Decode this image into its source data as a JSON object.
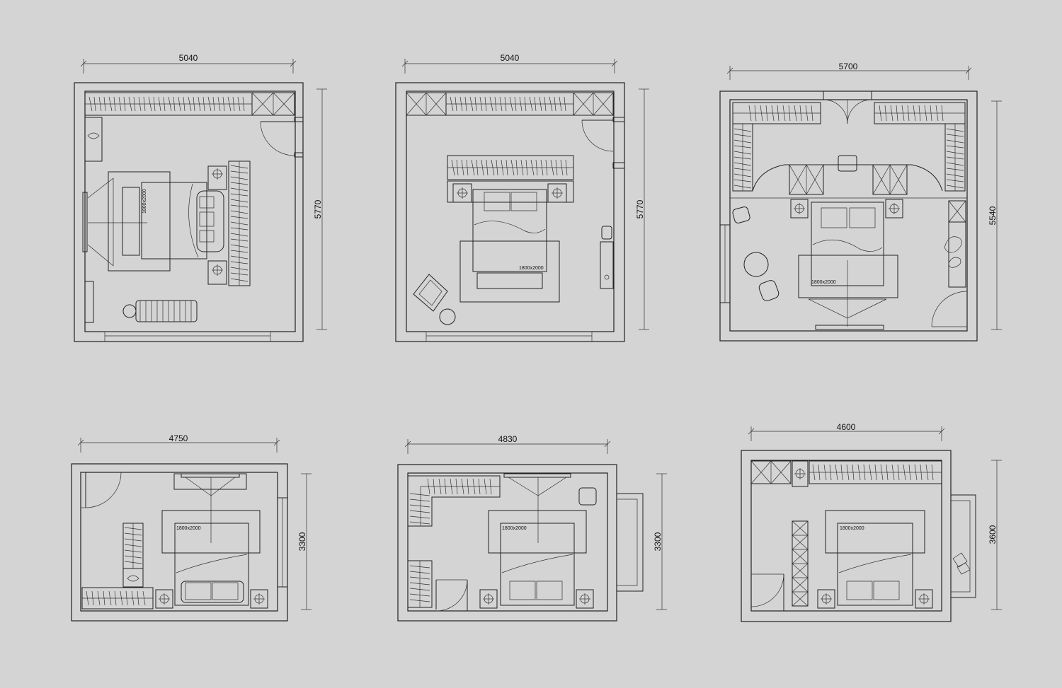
{
  "plans": [
    {
      "width_label": "5040",
      "height_label": "5770",
      "bed_label": "1800x2000"
    },
    {
      "width_label": "5040",
      "height_label": "5770",
      "bed_label": "1800x2000"
    },
    {
      "width_label": "5700",
      "height_label": "5540",
      "bed_label": "1800x2000"
    },
    {
      "width_label": "4750",
      "height_label": "3300",
      "bed_label": "1800x2000"
    },
    {
      "width_label": "4830",
      "height_label": "3300",
      "bed_label": "1800x2000"
    },
    {
      "width_label": "4600",
      "height_label": "3600",
      "bed_label": "1800x2000"
    }
  ],
  "colors": {
    "background": "#d4d4d4",
    "line": "#222222"
  }
}
